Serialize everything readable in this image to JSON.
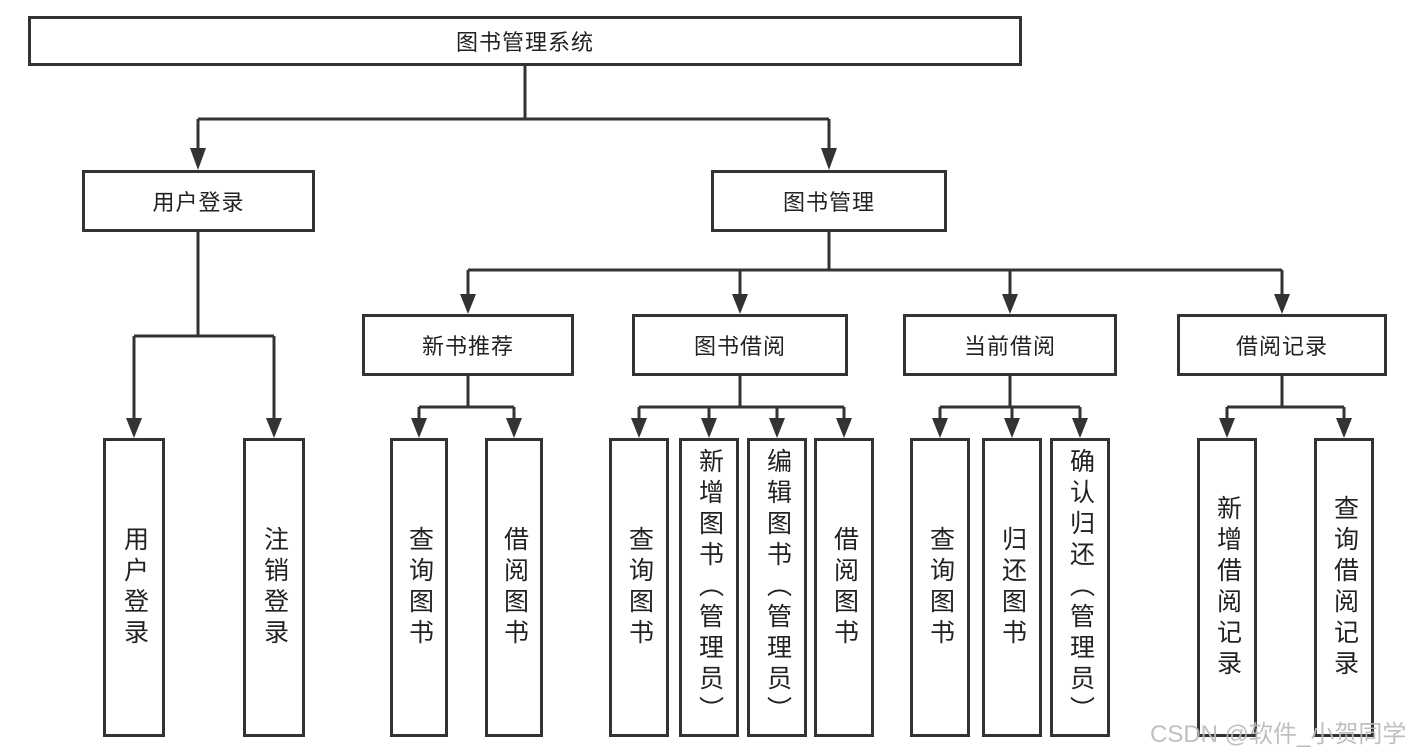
{
  "diagram": {
    "tree": {
      "root": {
        "label": "图书管理系统",
        "children": [
          {
            "label": "用户登录",
            "children": [
              {
                "label": "用户登录"
              },
              {
                "label": "注销登录"
              }
            ]
          },
          {
            "label": "图书管理",
            "children": [
              {
                "label": "新书推荐",
                "children": [
                  {
                    "label": "查询图书"
                  },
                  {
                    "label": "借阅图书"
                  }
                ]
              },
              {
                "label": "图书借阅",
                "children": [
                  {
                    "label": "查询图书"
                  },
                  {
                    "label": "新增图书（管理员）"
                  },
                  {
                    "label": "编辑图书（管理员）"
                  },
                  {
                    "label": "借阅图书"
                  }
                ]
              },
              {
                "label": "当前借阅",
                "children": [
                  {
                    "label": "查询图书"
                  },
                  {
                    "label": "归还图书"
                  },
                  {
                    "label": "确认归还（管理员）"
                  }
                ]
              },
              {
                "label": "借阅记录",
                "children": [
                  {
                    "label": "新增借阅记录"
                  },
                  {
                    "label": "查询借阅记录"
                  }
                ]
              }
            ]
          }
        ]
      }
    },
    "style": {
      "line_color": "#333333",
      "text_color": "#222222",
      "box_background": "#ffffff",
      "page_background": "#ffffff"
    }
  },
  "watermark": {
    "text": "CSDN @软件_小贺同学",
    "color": "#bababa"
  }
}
